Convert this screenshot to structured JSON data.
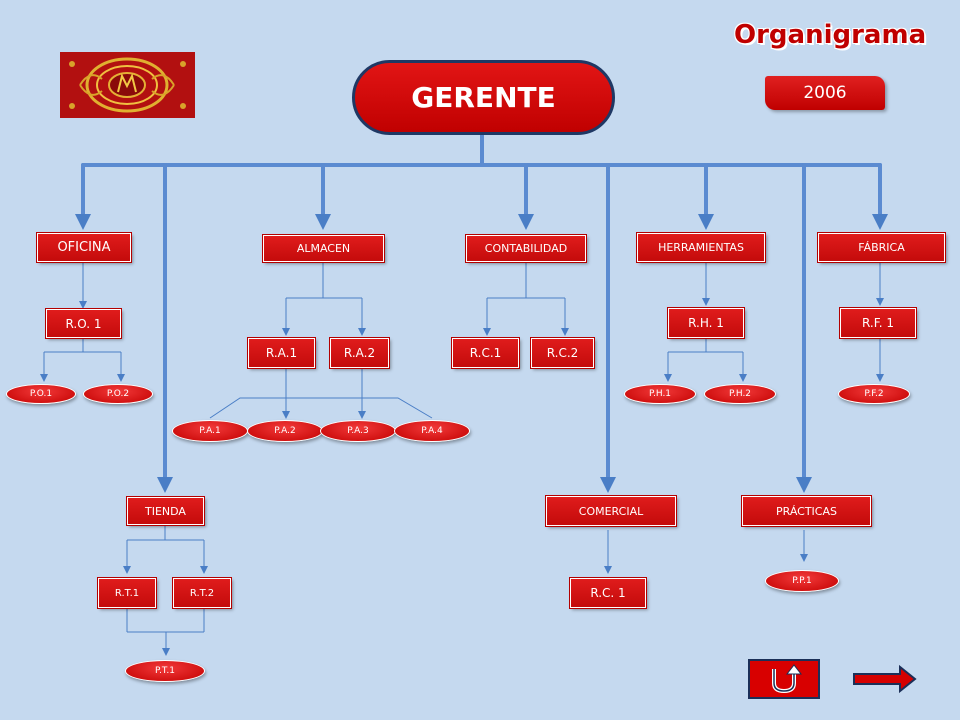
{
  "title": "Organigrama",
  "year": "2006",
  "root": "GERENTE",
  "departments": {
    "oficina": "OFICINA",
    "almacen": "ALMACEN",
    "contabilidad": "CONTABILIDAD",
    "herramientas": "HERRAMIENTAS",
    "fabrica": "FÁBRICA",
    "tienda": "TIENDA",
    "comercial": "COMERCIAL",
    "practicas": "PRÁCTICAS"
  },
  "managers": {
    "ro1": "R.O. 1",
    "ra1": "R.A.1",
    "ra2": "R.A.2",
    "rc1": "R.C.1",
    "rc2": "R.C.2",
    "rh1": "R.H. 1",
    "rf1": "R.F. 1",
    "rt1": "R.T.1",
    "rt2": "R.T.2",
    "rcomercial1": "R.C. 1"
  },
  "staff": {
    "po1": "P.O.1",
    "po2": "P.O.2",
    "pa1": "P.A.1",
    "pa2": "P.A.2",
    "pa3": "P.A.3",
    "pa4": "P.A.4",
    "ph1": "P.H.1",
    "ph2": "P.H.2",
    "pf2": "P.F.2",
    "pt1": "P.T.1",
    "pp1": "P.P.1"
  },
  "colors": {
    "background": "#c5d9ef",
    "node_red": "#d50f0f",
    "thick_line": "#5b8bd1",
    "thin_line": "#4a7ec6",
    "title_red": "#c00000",
    "gerente_border": "#1f3864"
  },
  "icons": {
    "logo": "crest-logo-icon",
    "back": "u-turn-back-icon",
    "next": "arrow-right-icon"
  }
}
